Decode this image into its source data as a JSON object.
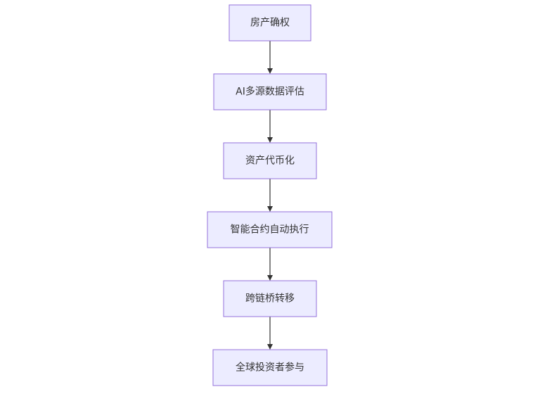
{
  "diagram": {
    "type": "flowchart",
    "direction": "top-to-bottom",
    "colors": {
      "node_fill": "#ECECFF",
      "node_border": "#9370DB",
      "edge": "#333333",
      "text": "#333333"
    },
    "nodes": [
      {
        "id": "n1",
        "label": "房产确权"
      },
      {
        "id": "n2",
        "label": "AI多源数据评估"
      },
      {
        "id": "n3",
        "label": "资产代币化"
      },
      {
        "id": "n4",
        "label": "智能合约自动执行"
      },
      {
        "id": "n5",
        "label": "跨链桥转移"
      },
      {
        "id": "n6",
        "label": "全球投资者参与"
      }
    ],
    "edges": [
      {
        "from": "n1",
        "to": "n2"
      },
      {
        "from": "n2",
        "to": "n3"
      },
      {
        "from": "n3",
        "to": "n4"
      },
      {
        "from": "n4",
        "to": "n5"
      },
      {
        "from": "n5",
        "to": "n6"
      }
    ]
  }
}
